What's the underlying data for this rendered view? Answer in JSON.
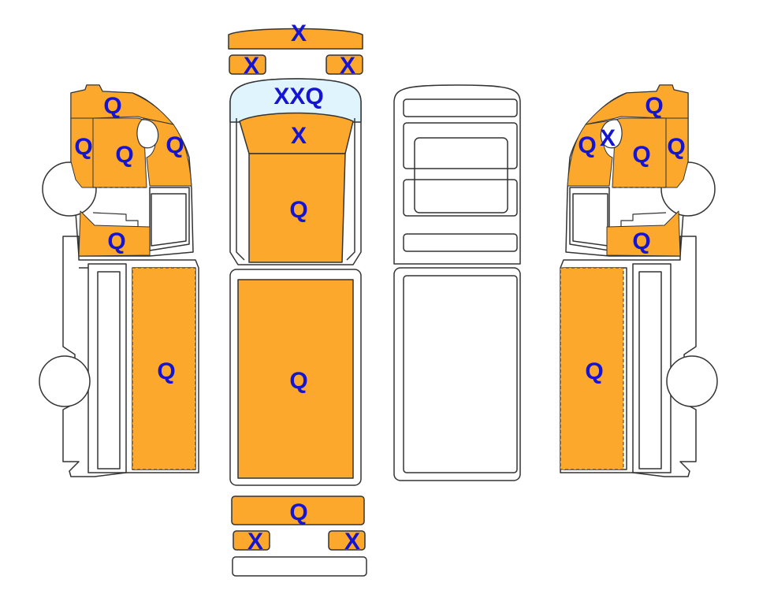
{
  "colors": {
    "damage_fill": "#fba82c",
    "glass_fill": "#dff4fc",
    "outline": "#333333",
    "label": "#1414d2",
    "background": "#ffffff"
  },
  "views": {
    "left_side": {
      "cab_top": "Q",
      "cab_front": "Q",
      "cab_door_upper": "Q",
      "cab_window": "Q",
      "cab_door_lower": "Q",
      "body_panel": "Q"
    },
    "top": {
      "front_bumper": "X",
      "front_left_corner": "X",
      "front_right_corner": "X",
      "windshield": "XXQ",
      "hood": "X",
      "cab_roof": "Q",
      "cargo_roof": "Q",
      "rear_bumper": "Q",
      "rear_left_corner": "X",
      "rear_right_corner": "X"
    },
    "right_side": {
      "cab_top": "Q",
      "cab_window_q": "Q",
      "cab_window_x": "X",
      "cab_door_upper": "Q",
      "cab_front": "Q",
      "cab_door_lower": "Q",
      "body_panel": "Q"
    }
  }
}
